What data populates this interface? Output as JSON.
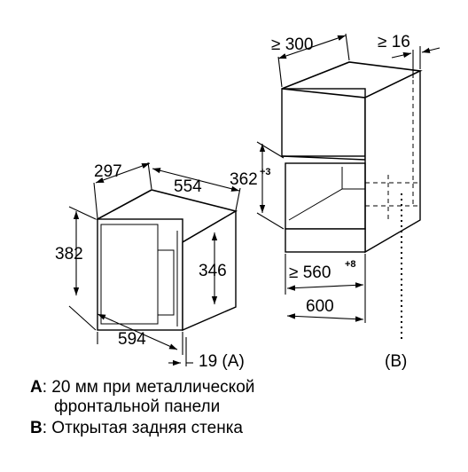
{
  "dimensions": {
    "microwave_depth": "297",
    "microwave_width": "554",
    "microwave_height": "382",
    "door_height": "346",
    "front_width": "594",
    "front_offset": "19",
    "front_offset_ref": "A",
    "niche_depth": "≥ 300",
    "rear_gap": "≥ 16",
    "niche_height": "362",
    "niche_height_tol": "+3",
    "niche_width": "≥ 560",
    "niche_width_tol": "+8",
    "cabinet_width": "600",
    "open_back_ref": "B"
  },
  "legend": [
    {
      "key": "A",
      "lines": [
        "20 мм при металлической",
        "фронтальной панели"
      ]
    },
    {
      "key": "B",
      "lines": [
        "Открытая задняя стенка"
      ]
    }
  ]
}
